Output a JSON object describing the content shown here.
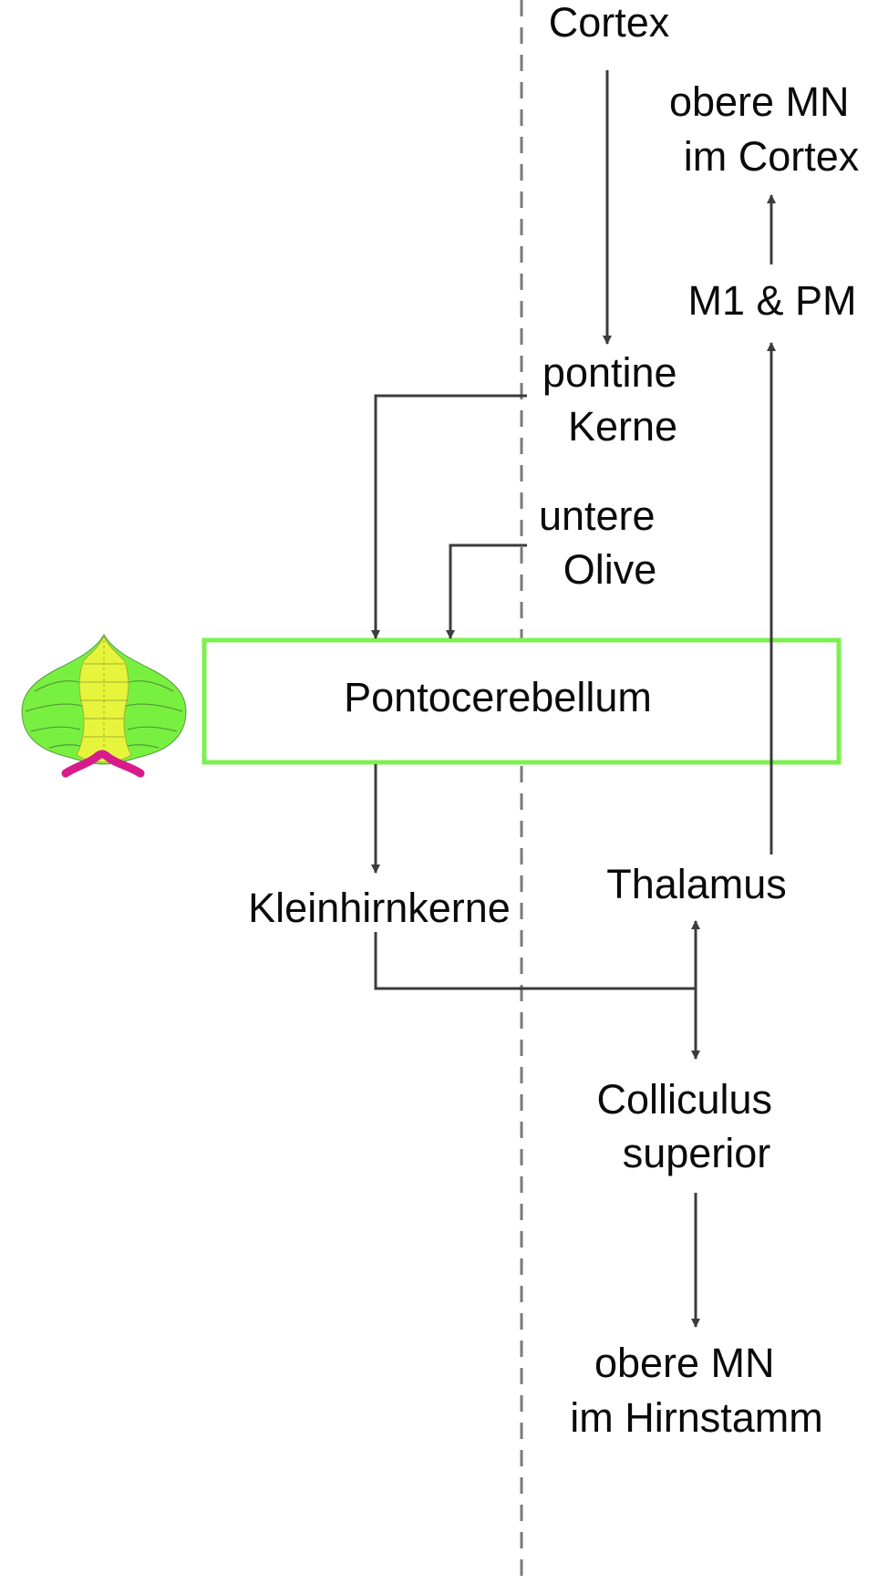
{
  "colors": {
    "line": "#3c3c3c",
    "text": "#0a0a0a",
    "box_border": "#7cf050",
    "midline": "#7a7a7a",
    "cerebellum_hemisphere": "#78f040",
    "cerebellum_vermis": "#e6f53c",
    "cerebellum_flocculus": "#d81b8a"
  },
  "icons": {
    "cerebellum": "cerebellum-icon"
  },
  "nodes": {
    "cortex": {
      "lines": [
        "Cortex"
      ]
    },
    "upper_mn_cortex": {
      "lines": [
        "obere MN",
        "im Cortex"
      ]
    },
    "m1_pm": {
      "lines": [
        "M1 & PM"
      ]
    },
    "pontine_nuclei": {
      "lines": [
        "pontine",
        "Kerne"
      ]
    },
    "inferior_olive": {
      "lines": [
        "untere",
        "Olive"
      ]
    },
    "pontocerebellum": {
      "lines": [
        "Pontocerebellum"
      ]
    },
    "cerebellar_nuclei": {
      "lines": [
        "Kleinhirnkerne"
      ]
    },
    "thalamus": {
      "lines": [
        "Thalamus"
      ]
    },
    "superior_colliculus": {
      "lines": [
        "Colliculus",
        "superior"
      ]
    },
    "upper_mn_brainstem": {
      "lines": [
        "obere MN",
        "im Hirnstamm"
      ]
    }
  },
  "edges": [
    {
      "from": "cortex",
      "to": "pontine_nuclei"
    },
    {
      "from": "pontine_nuclei",
      "to": "pontocerebellum"
    },
    {
      "from": "inferior_olive",
      "to": "pontocerebellum"
    },
    {
      "from": "pontocerebellum",
      "to": "cerebellar_nuclei"
    },
    {
      "from": "cerebellar_nuclei",
      "to": "thalamus"
    },
    {
      "from": "cerebellar_nuclei",
      "to": "superior_colliculus"
    },
    {
      "from": "thalamus",
      "to": "m1_pm"
    },
    {
      "from": "m1_pm",
      "to": "upper_mn_cortex"
    },
    {
      "from": "superior_colliculus",
      "to": "upper_mn_brainstem"
    }
  ]
}
